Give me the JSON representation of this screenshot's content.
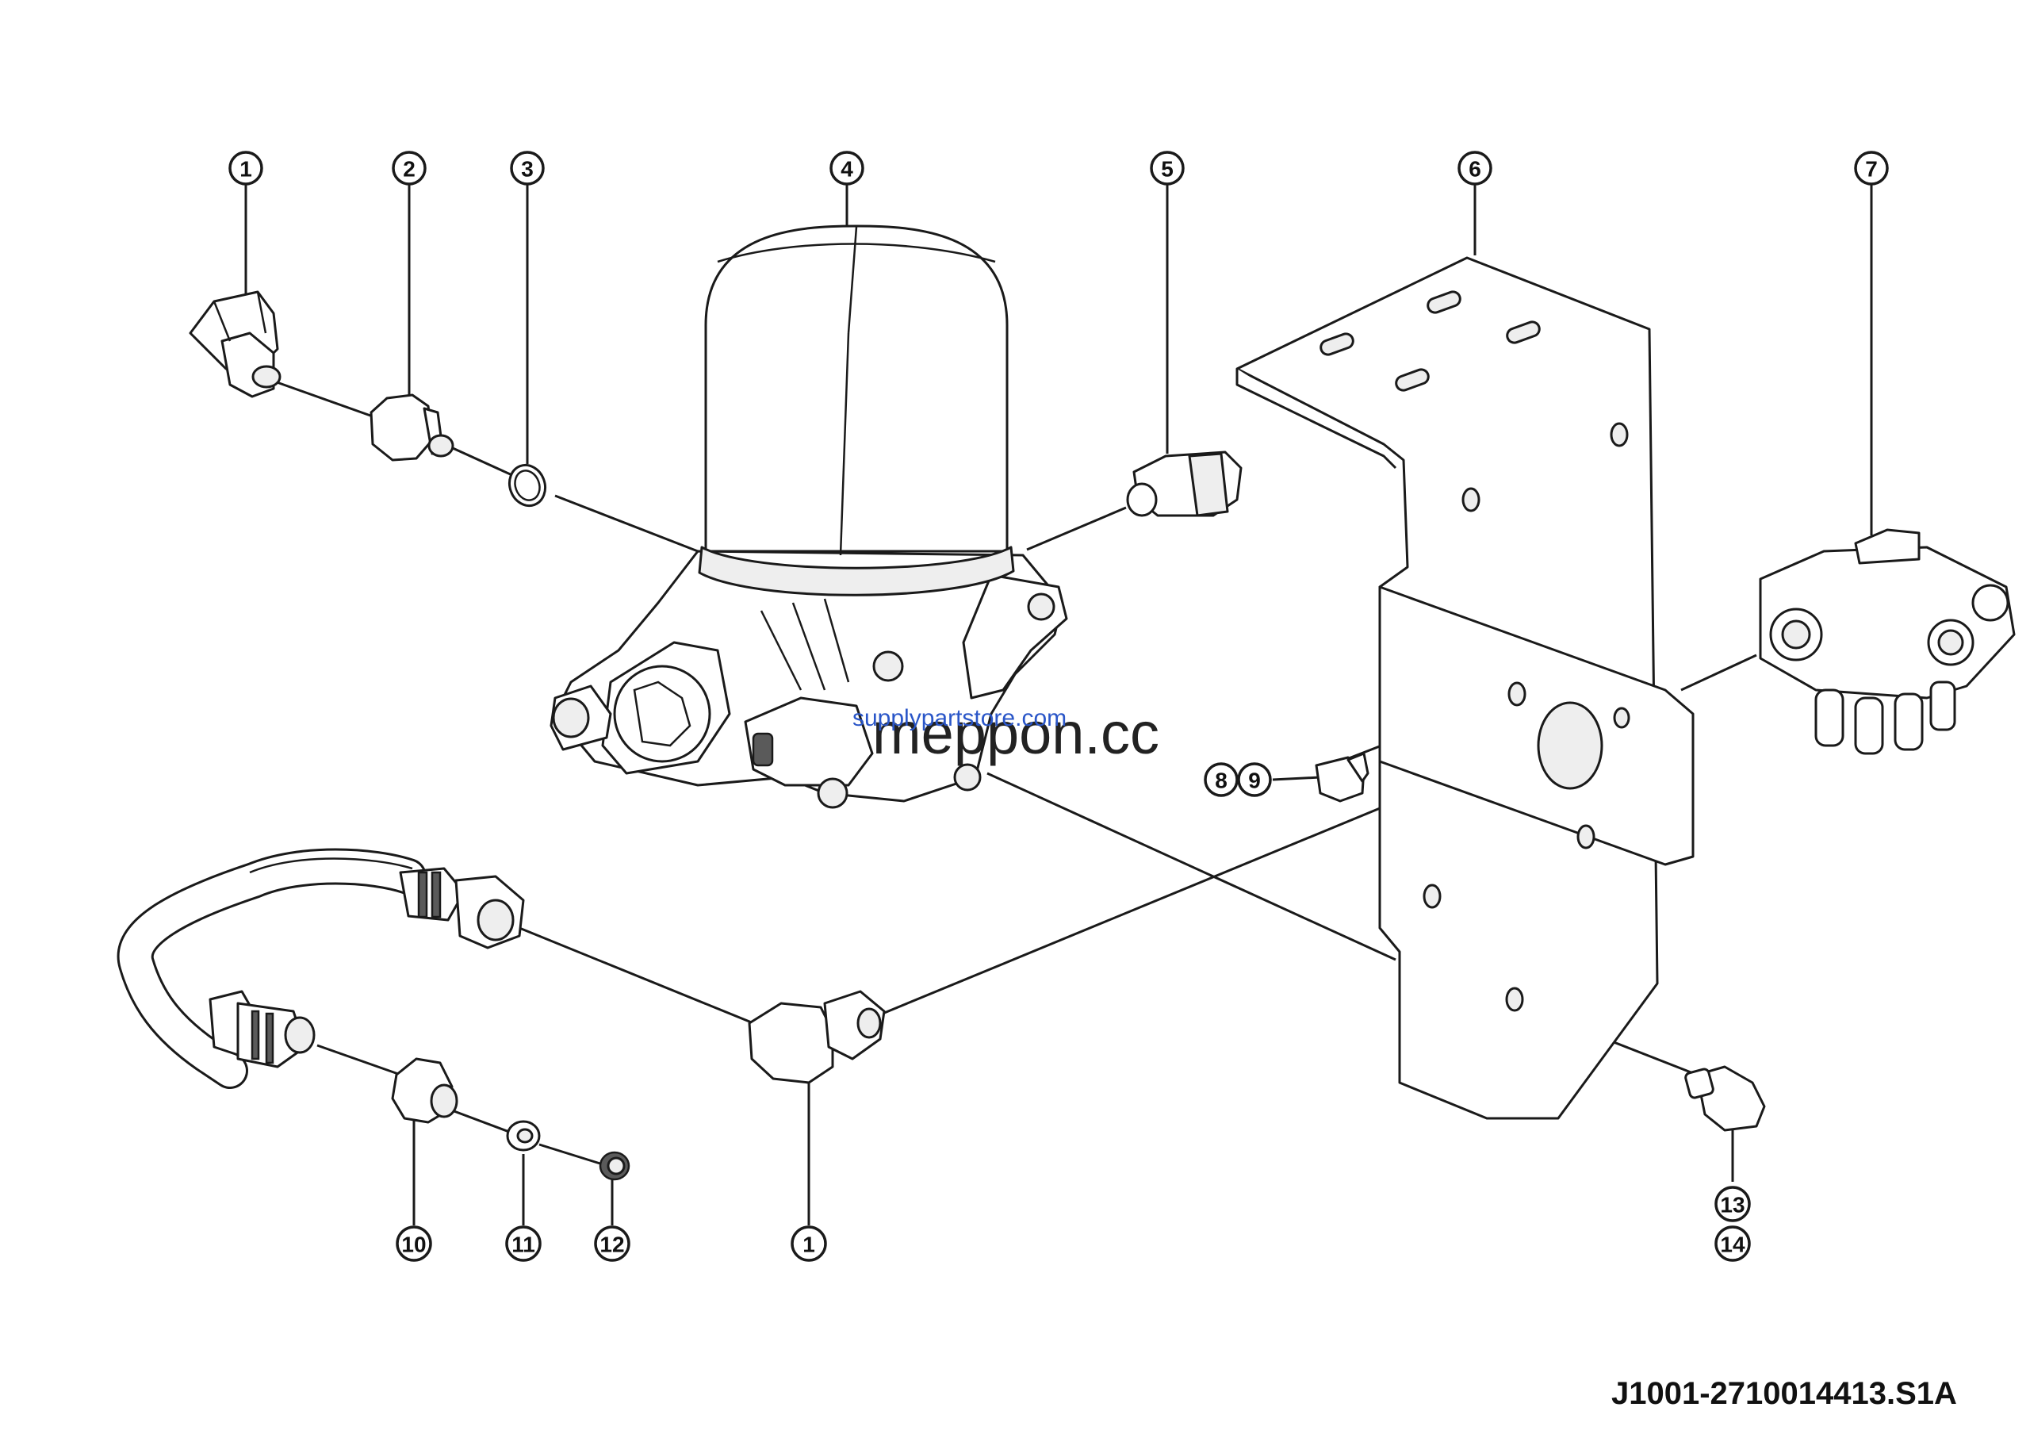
{
  "diagram": {
    "reference_code": "J1001-2710014413.S1A",
    "callouts": [
      {
        "label": "1"
      },
      {
        "label": "2"
      },
      {
        "label": "3"
      },
      {
        "label": "4"
      },
      {
        "label": "5"
      },
      {
        "label": "6"
      },
      {
        "label": "7"
      },
      {
        "label": "8"
      },
      {
        "label": "9"
      },
      {
        "label": "10"
      },
      {
        "label": "11"
      },
      {
        "label": "12"
      },
      {
        "label": "1"
      },
      {
        "label": "13"
      },
      {
        "label": "14"
      }
    ]
  },
  "watermarks": {
    "primary": "meppon.cc",
    "secondary": "supplypartstore.com"
  }
}
